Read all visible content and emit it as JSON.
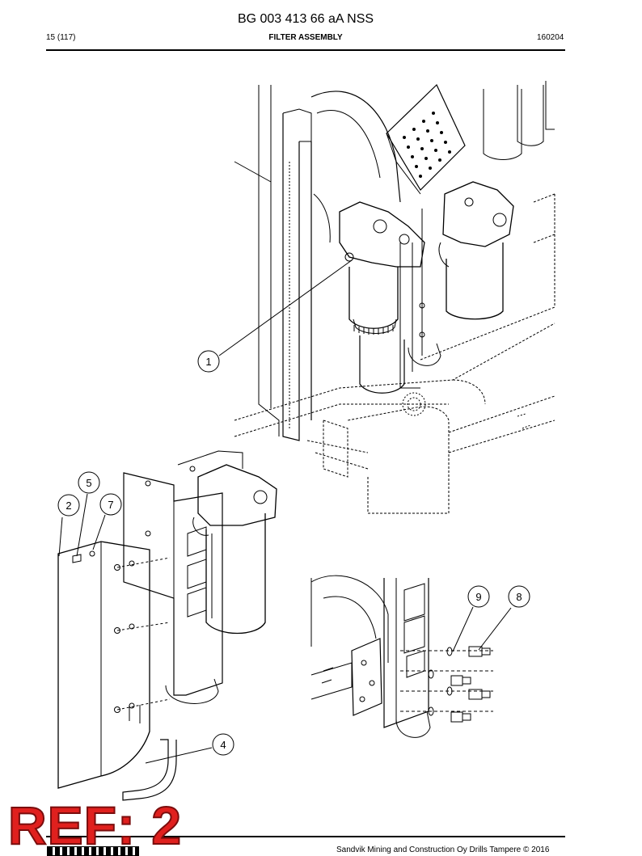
{
  "header": {
    "title": "BG 003 413 66 aA NSS",
    "page": "15 (117)",
    "section": "FILTER ASSEMBLY",
    "date": "160204"
  },
  "callouts": [
    "1",
    "2",
    "4",
    "5",
    "7",
    "8",
    "9"
  ],
  "stamp": {
    "text": "REF: 2",
    "color": "#e0201e"
  },
  "footer": {
    "copyright": "Sandvik Mining and Construction Oy Drills Tampere © 2016"
  }
}
